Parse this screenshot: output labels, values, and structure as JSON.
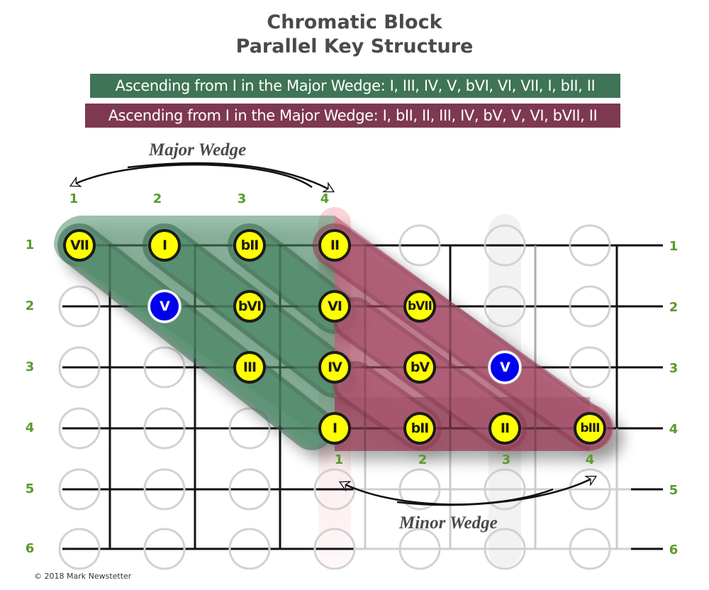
{
  "title": {
    "line1": "Chromatic Block",
    "line2": "Parallel Key Structure"
  },
  "banners": {
    "green": {
      "text": "Ascending from I in the Major Wedge: I, III, IV, V, bVI, VI, VII, I, bII, II",
      "color": "#3f7456"
    },
    "maroon": {
      "text": "Ascending from I in the Major Wedge: I, bII, II, III, IV, bV, V, VI, bVII, II",
      "color": "#7e3951"
    }
  },
  "major_wedge": {
    "label": "Major Wedge",
    "column_numbers": [
      "1",
      "2",
      "3",
      "4"
    ]
  },
  "minor_wedge": {
    "label": "Minor Wedge",
    "column_numbers": [
      "1",
      "2",
      "3",
      "4"
    ]
  },
  "string_labels_left": [
    "1",
    "2",
    "3",
    "4",
    "5",
    "6"
  ],
  "string_labels_right": [
    "1",
    "2",
    "3",
    "4",
    "5",
    "6"
  ],
  "notes": [
    {
      "row": 1,
      "col": 1,
      "label": "VII",
      "style": "yellow"
    },
    {
      "row": 1,
      "col": 2,
      "label": "I",
      "style": "yellow"
    },
    {
      "row": 1,
      "col": 3,
      "label": "bII",
      "style": "yellow"
    },
    {
      "row": 1,
      "col": 4,
      "label": "II",
      "style": "yellow"
    },
    {
      "row": 2,
      "col": 2,
      "label": "V",
      "style": "blue"
    },
    {
      "row": 2,
      "col": 3,
      "label": "bVI",
      "style": "yellow"
    },
    {
      "row": 2,
      "col": 4,
      "label": "VI",
      "style": "yellow"
    },
    {
      "row": 2,
      "col": 5,
      "label": "bVII",
      "style": "yellow"
    },
    {
      "row": 3,
      "col": 3,
      "label": "III",
      "style": "yellow"
    },
    {
      "row": 3,
      "col": 4,
      "label": "IV",
      "style": "yellow"
    },
    {
      "row": 3,
      "col": 5,
      "label": "bV",
      "style": "yellow"
    },
    {
      "row": 3,
      "col": 6,
      "label": "V",
      "style": "blue"
    },
    {
      "row": 4,
      "col": 4,
      "label": "I",
      "style": "yellow"
    },
    {
      "row": 4,
      "col": 5,
      "label": "bII",
      "style": "yellow"
    },
    {
      "row": 4,
      "col": 6,
      "label": "II",
      "style": "yellow"
    },
    {
      "row": 4,
      "col": 7,
      "label": "bIII",
      "style": "yellow"
    }
  ],
  "colors": {
    "note_yellow": "#ffff00",
    "note_blue": "#0000ee",
    "number_green": "#5a9a2a",
    "major_wedge_fill": "#4f8f6c",
    "minor_wedge_fill": "#a8405e"
  },
  "copyright": "© 2018 Mark Newstetter"
}
